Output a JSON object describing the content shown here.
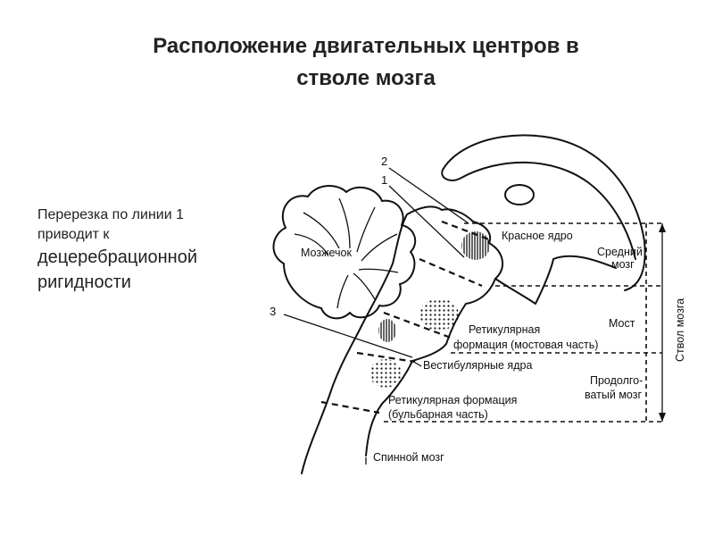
{
  "title_line1": "Расположение двигательных центров в",
  "title_line2": "стволе мозга",
  "side": {
    "line1": "Перерезка по линии 1",
    "line2": "приводит к",
    "line3": "децеребрационной",
    "line4": "ригидности"
  },
  "labels": {
    "num1": "1",
    "num2": "2",
    "num3": "3",
    "cerebellum": "Мозжечок",
    "red_nucleus": "Красное ядро",
    "midbrain_1": "Средний",
    "midbrain_2": "мозг",
    "pons": "Мост",
    "reticular_pons_1": "Ретикулярная",
    "reticular_pons_2": "формация (мостовая часть)",
    "vestibular": "Вестибулярные ядра",
    "medulla_1": "Продолго-",
    "medulla_2": "ватый мозг",
    "reticular_bulb_1": "Ретикулярная формация",
    "reticular_bulb_2": "(бульбарная часть)",
    "spinal_cord": "Спинной мозг",
    "brainstem": "Ствол мозга"
  }
}
